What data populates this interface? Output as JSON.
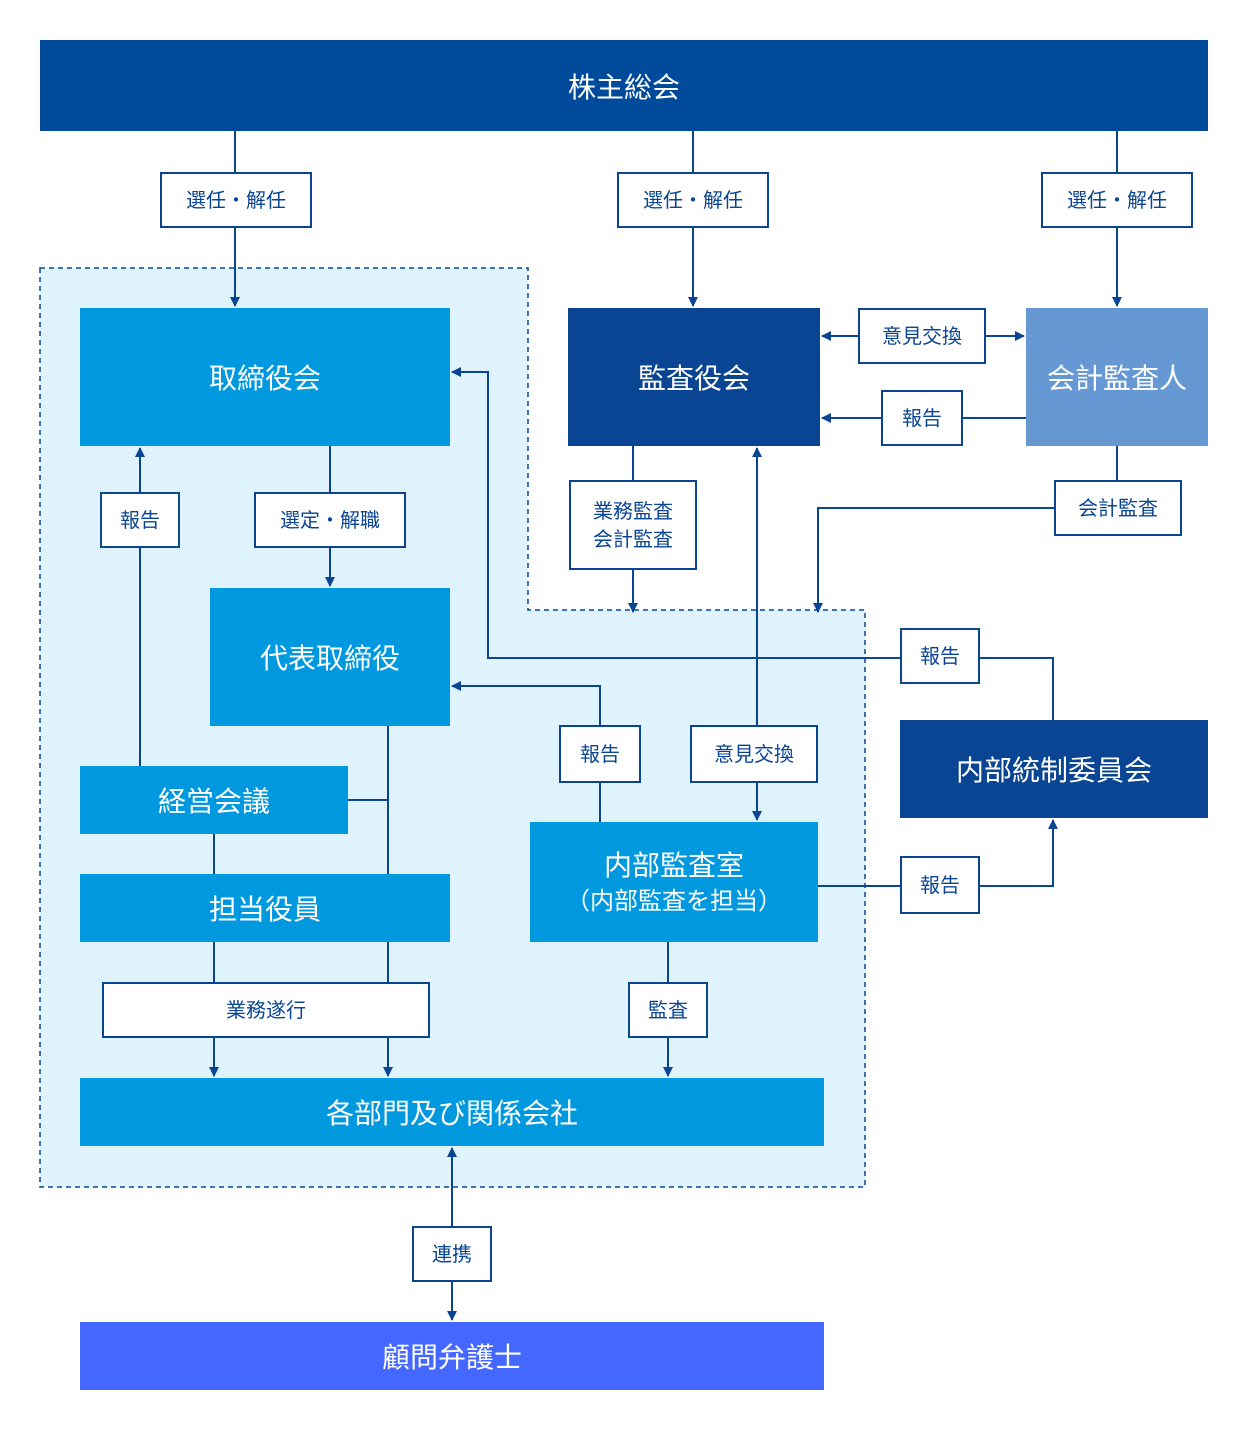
{
  "colors": {
    "line": "#0a4594",
    "zone_fill": "#dff3fd",
    "zone_border": "#0a4594"
  },
  "nodes": {
    "shareholders_meeting": "株主総会",
    "board_of_directors": "取締役会",
    "audit_board": "監査役会",
    "accounting_auditor": "会計監査人",
    "representative_director": "代表取締役",
    "management_meeting": "経営会議",
    "officers_in_charge": "担当役員",
    "internal_audit_office": "内部監査室",
    "internal_audit_office_note": "（内部監査を担当）",
    "internal_control_committee": "内部統制委員会",
    "departments_and_affiliates": "各部門及び関係会社",
    "legal_advisor": "顧問弁護士"
  },
  "labels": {
    "elect_dismiss": "選任・解任",
    "exchange_opinions": "意見交換",
    "report": "報告",
    "select_remove": "選定・解職",
    "business_audit": "業務監査",
    "accounting_audit": "会計監査",
    "business_execution": "業務遂行",
    "audit": "監査",
    "cooperation": "連携"
  }
}
